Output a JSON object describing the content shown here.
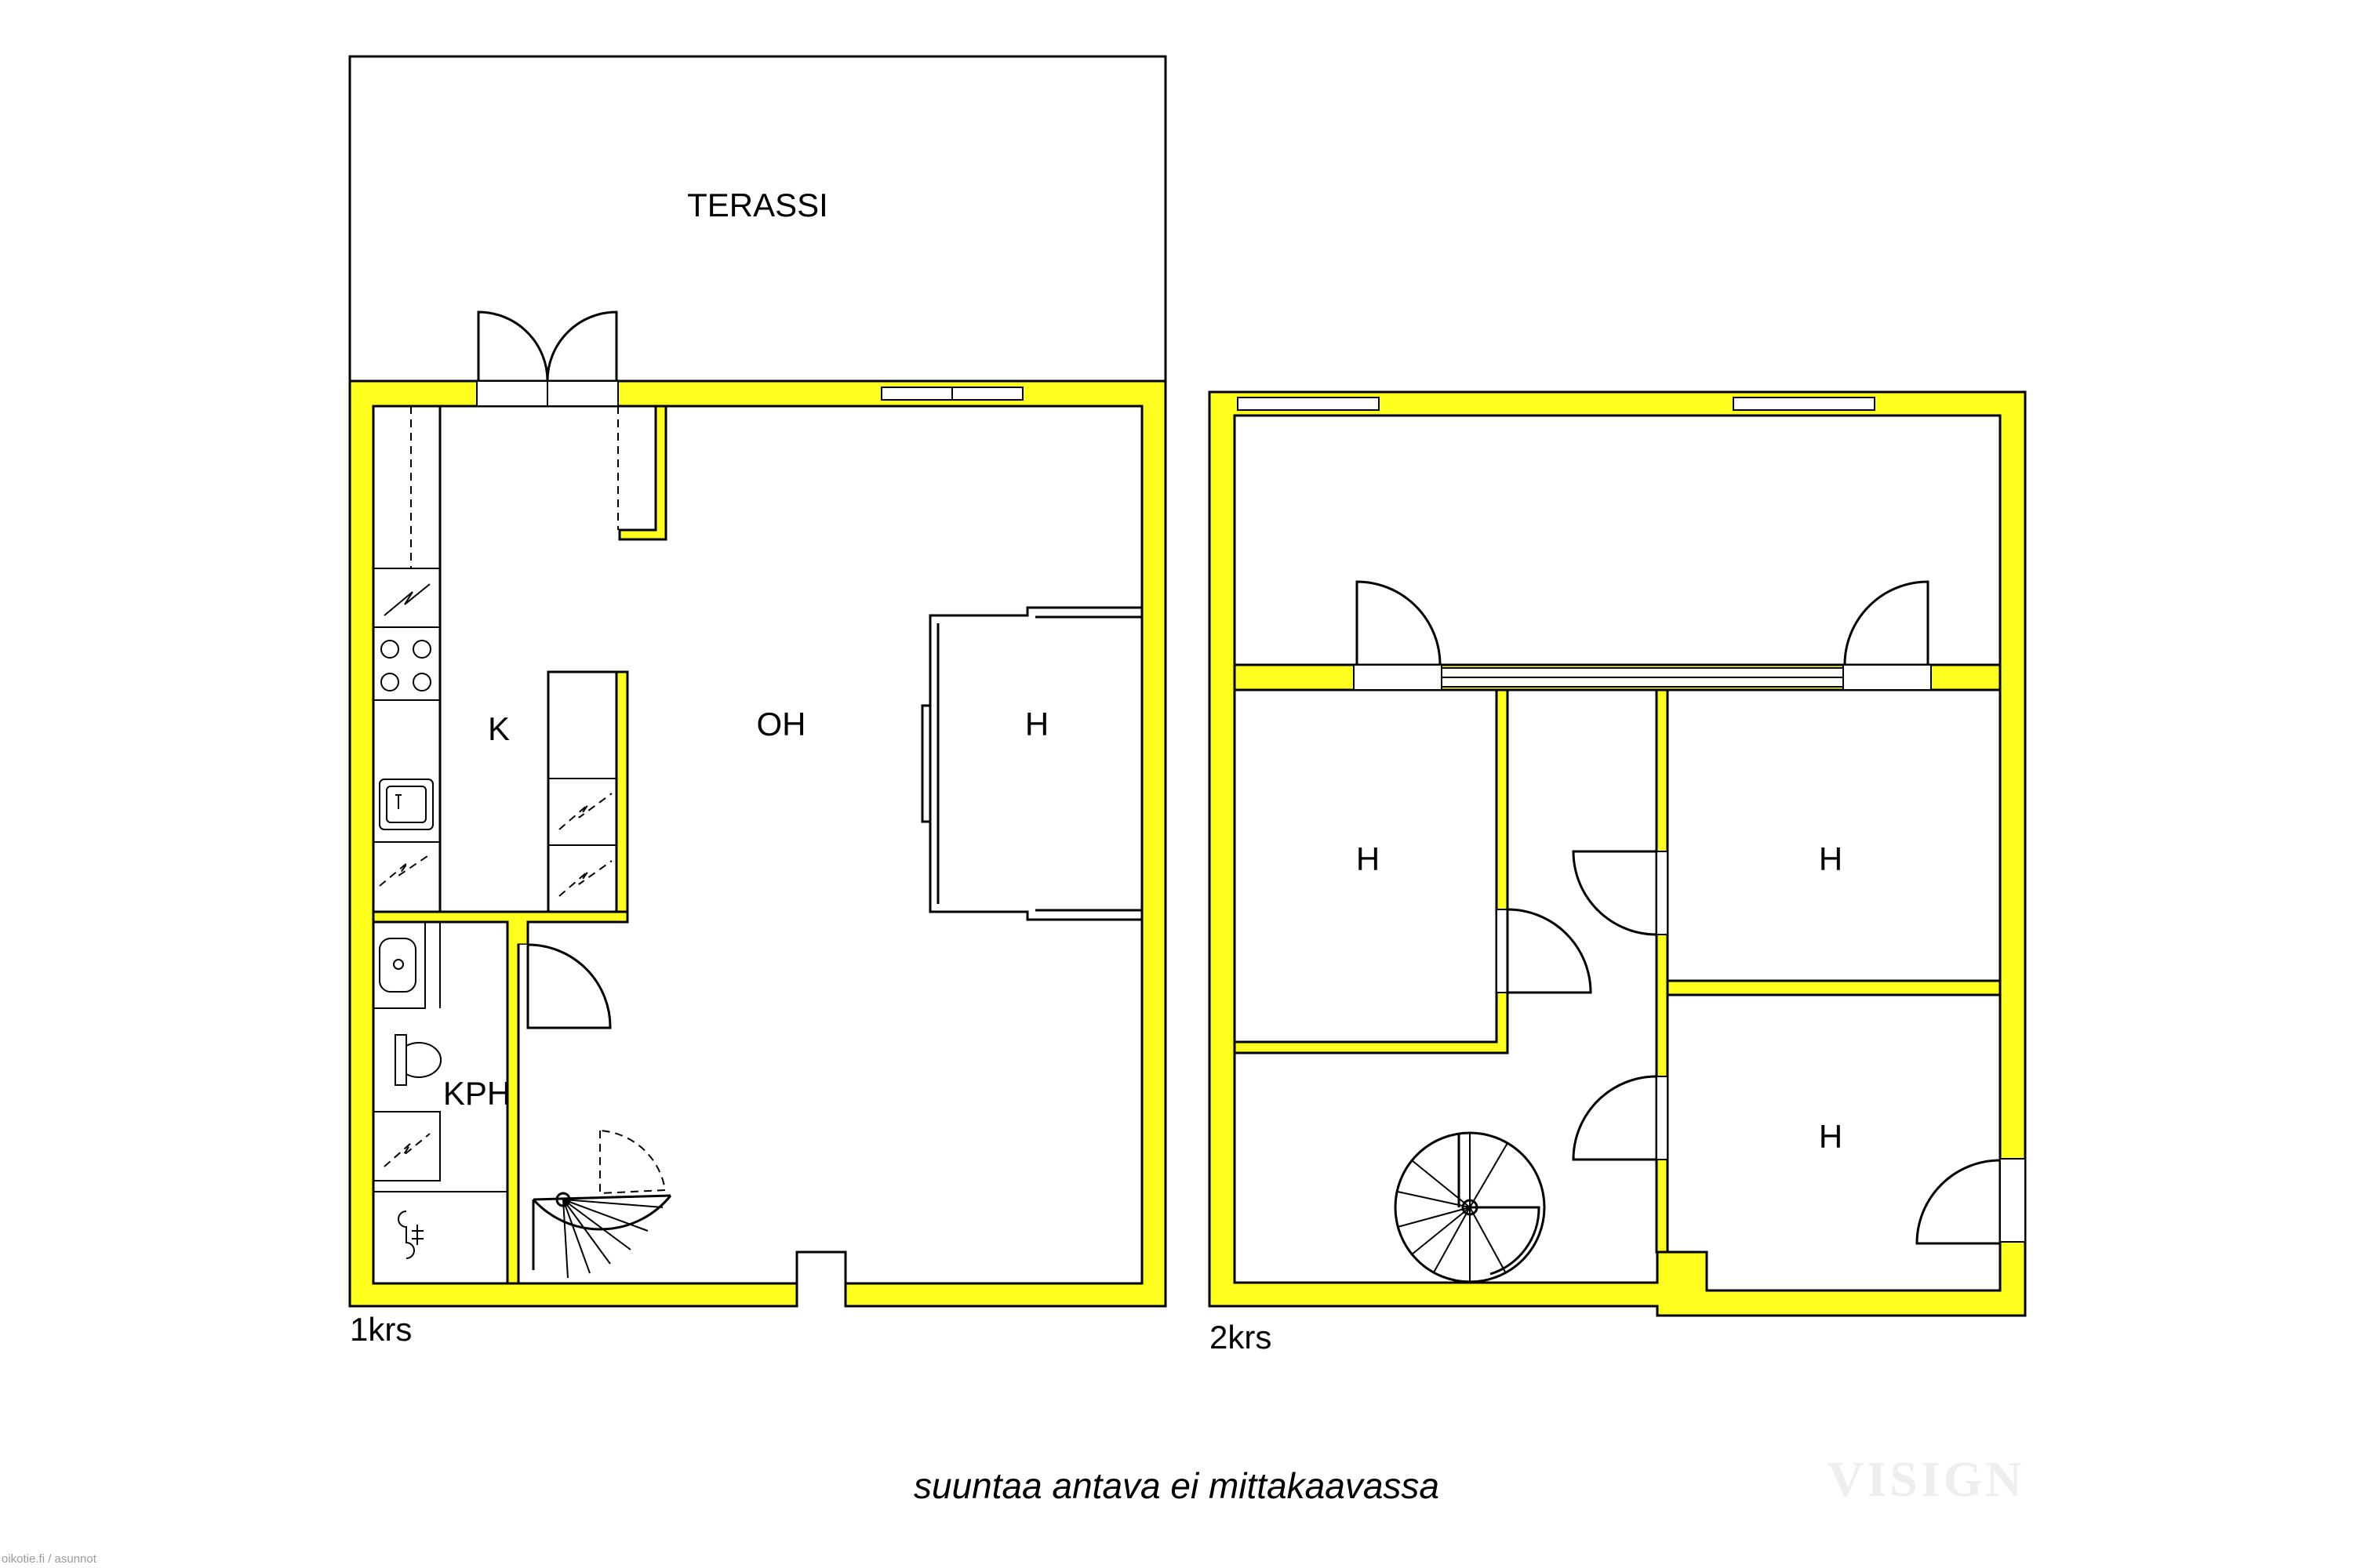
{
  "floor1": {
    "level_label": "1krs",
    "rooms": {
      "terrace": "TERASSI",
      "kitchen": "K",
      "living": "OH",
      "bedroom": "H",
      "bathroom": "KPH"
    }
  },
  "floor2": {
    "level_label": "2krs",
    "rooms": {
      "bedroom_left": "H",
      "bedroom_right_top": "H",
      "bedroom_right_bottom": "H"
    }
  },
  "disclaimer": "suuntaa antava ei mittakaavassa",
  "watermark": "VISIGN",
  "credit": "oikotie.fi / asunnot",
  "colors": {
    "wall_fill": "#ffff1f",
    "line": "#000000",
    "background": "#ffffff"
  }
}
